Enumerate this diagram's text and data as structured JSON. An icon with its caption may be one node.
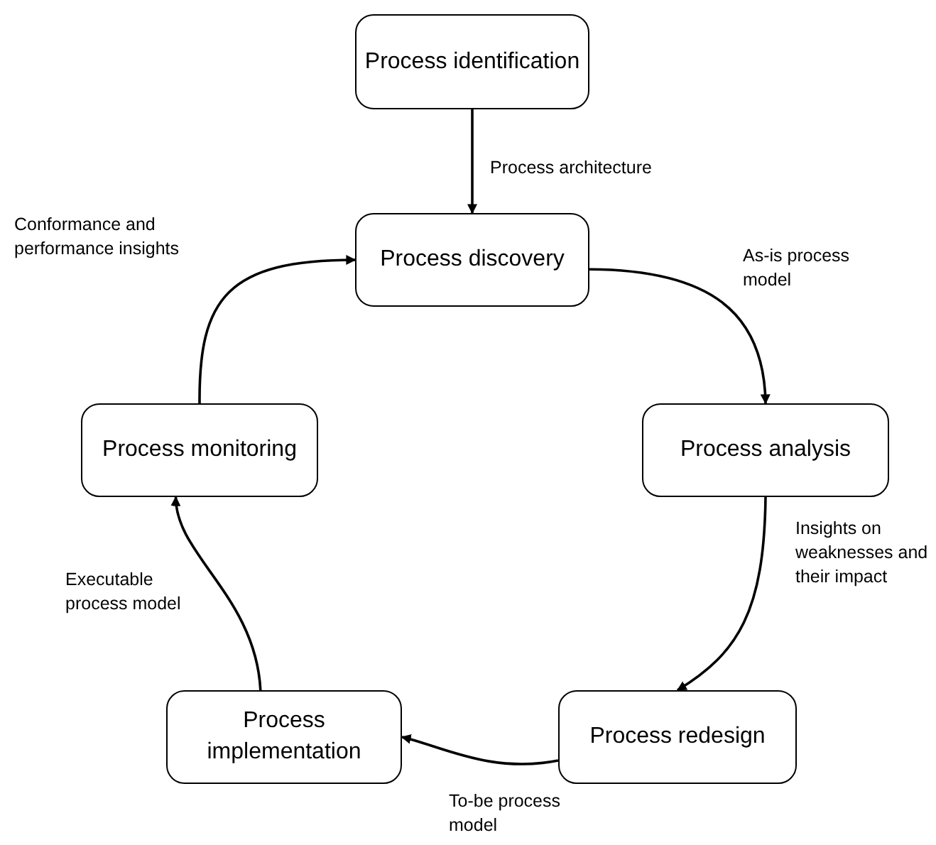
{
  "diagram": {
    "nodes": [
      {
        "text": [
          "Process identification"
        ]
      },
      {
        "text": [
          "Process discovery"
        ]
      },
      {
        "text": [
          "Process analysis"
        ]
      },
      {
        "text": [
          "Process redesign"
        ]
      },
      {
        "text": [
          "Process implementation"
        ]
      },
      {
        "text": [
          "Process monitoring"
        ]
      }
    ],
    "edges": [
      {
        "from": 0,
        "to": 1,
        "arrow": "to",
        "label": "Process architecture"
      },
      {
        "from": 1,
        "to": 2,
        "arrow": "to",
        "label": "As-is process model"
      },
      {
        "from": 2,
        "to": 3,
        "arrow": "to",
        "label": "Insights on weaknesses and their impact"
      },
      {
        "from": 3,
        "to": 4,
        "arrow": "to",
        "label": "To-be process model"
      },
      {
        "from": 4,
        "to": 5,
        "arrow": "to",
        "label": "Executable process model"
      },
      {
        "from": 5,
        "to": 1,
        "arrow": "to",
        "label": "Conformance and performance insights"
      }
    ]
  }
}
